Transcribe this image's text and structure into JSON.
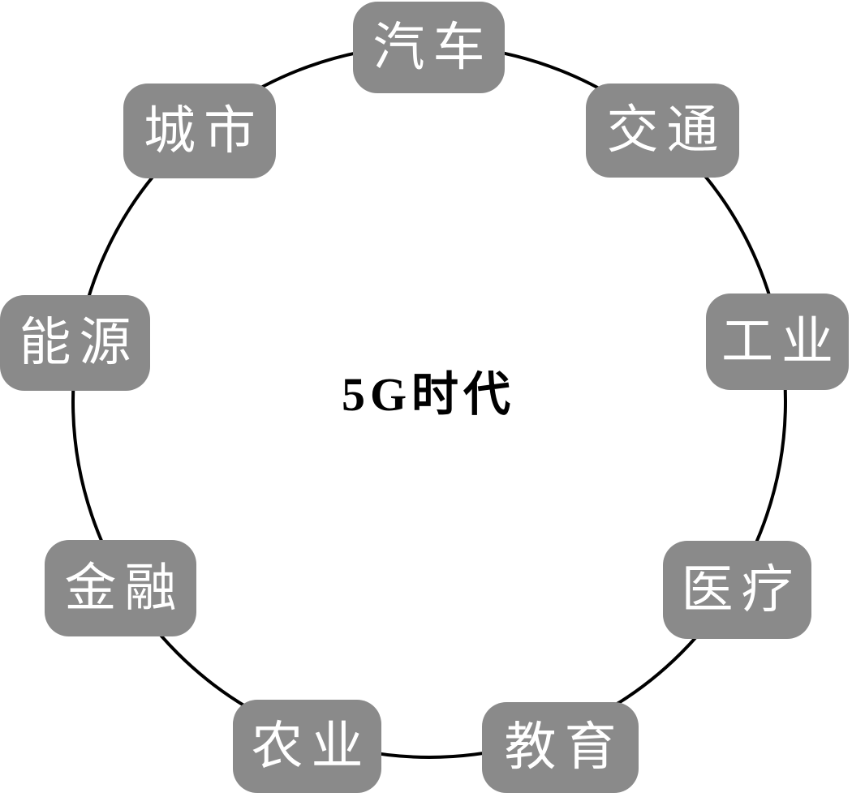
{
  "diagram": {
    "center_label": "5G时代",
    "nodes": [
      {
        "id": "automotive",
        "label": "汽车",
        "position": "top"
      },
      {
        "id": "transportation",
        "label": "交通",
        "position": "top-right"
      },
      {
        "id": "industry",
        "label": "工业",
        "position": "right"
      },
      {
        "id": "healthcare",
        "label": "医疗",
        "position": "bottom-right"
      },
      {
        "id": "education",
        "label": "教育",
        "position": "bottom-right-lower"
      },
      {
        "id": "agriculture",
        "label": "农业",
        "position": "bottom-left-lower"
      },
      {
        "id": "finance",
        "label": "金融",
        "position": "bottom-left"
      },
      {
        "id": "energy",
        "label": "能源",
        "position": "left"
      },
      {
        "id": "city",
        "label": "城市",
        "position": "top-left"
      }
    ],
    "colors": {
      "background": "#ffffff",
      "node_fill": "#8a8a8a",
      "node_text": "#ffffff",
      "ring_stroke": "#000000",
      "center_text": "#000000"
    }
  }
}
